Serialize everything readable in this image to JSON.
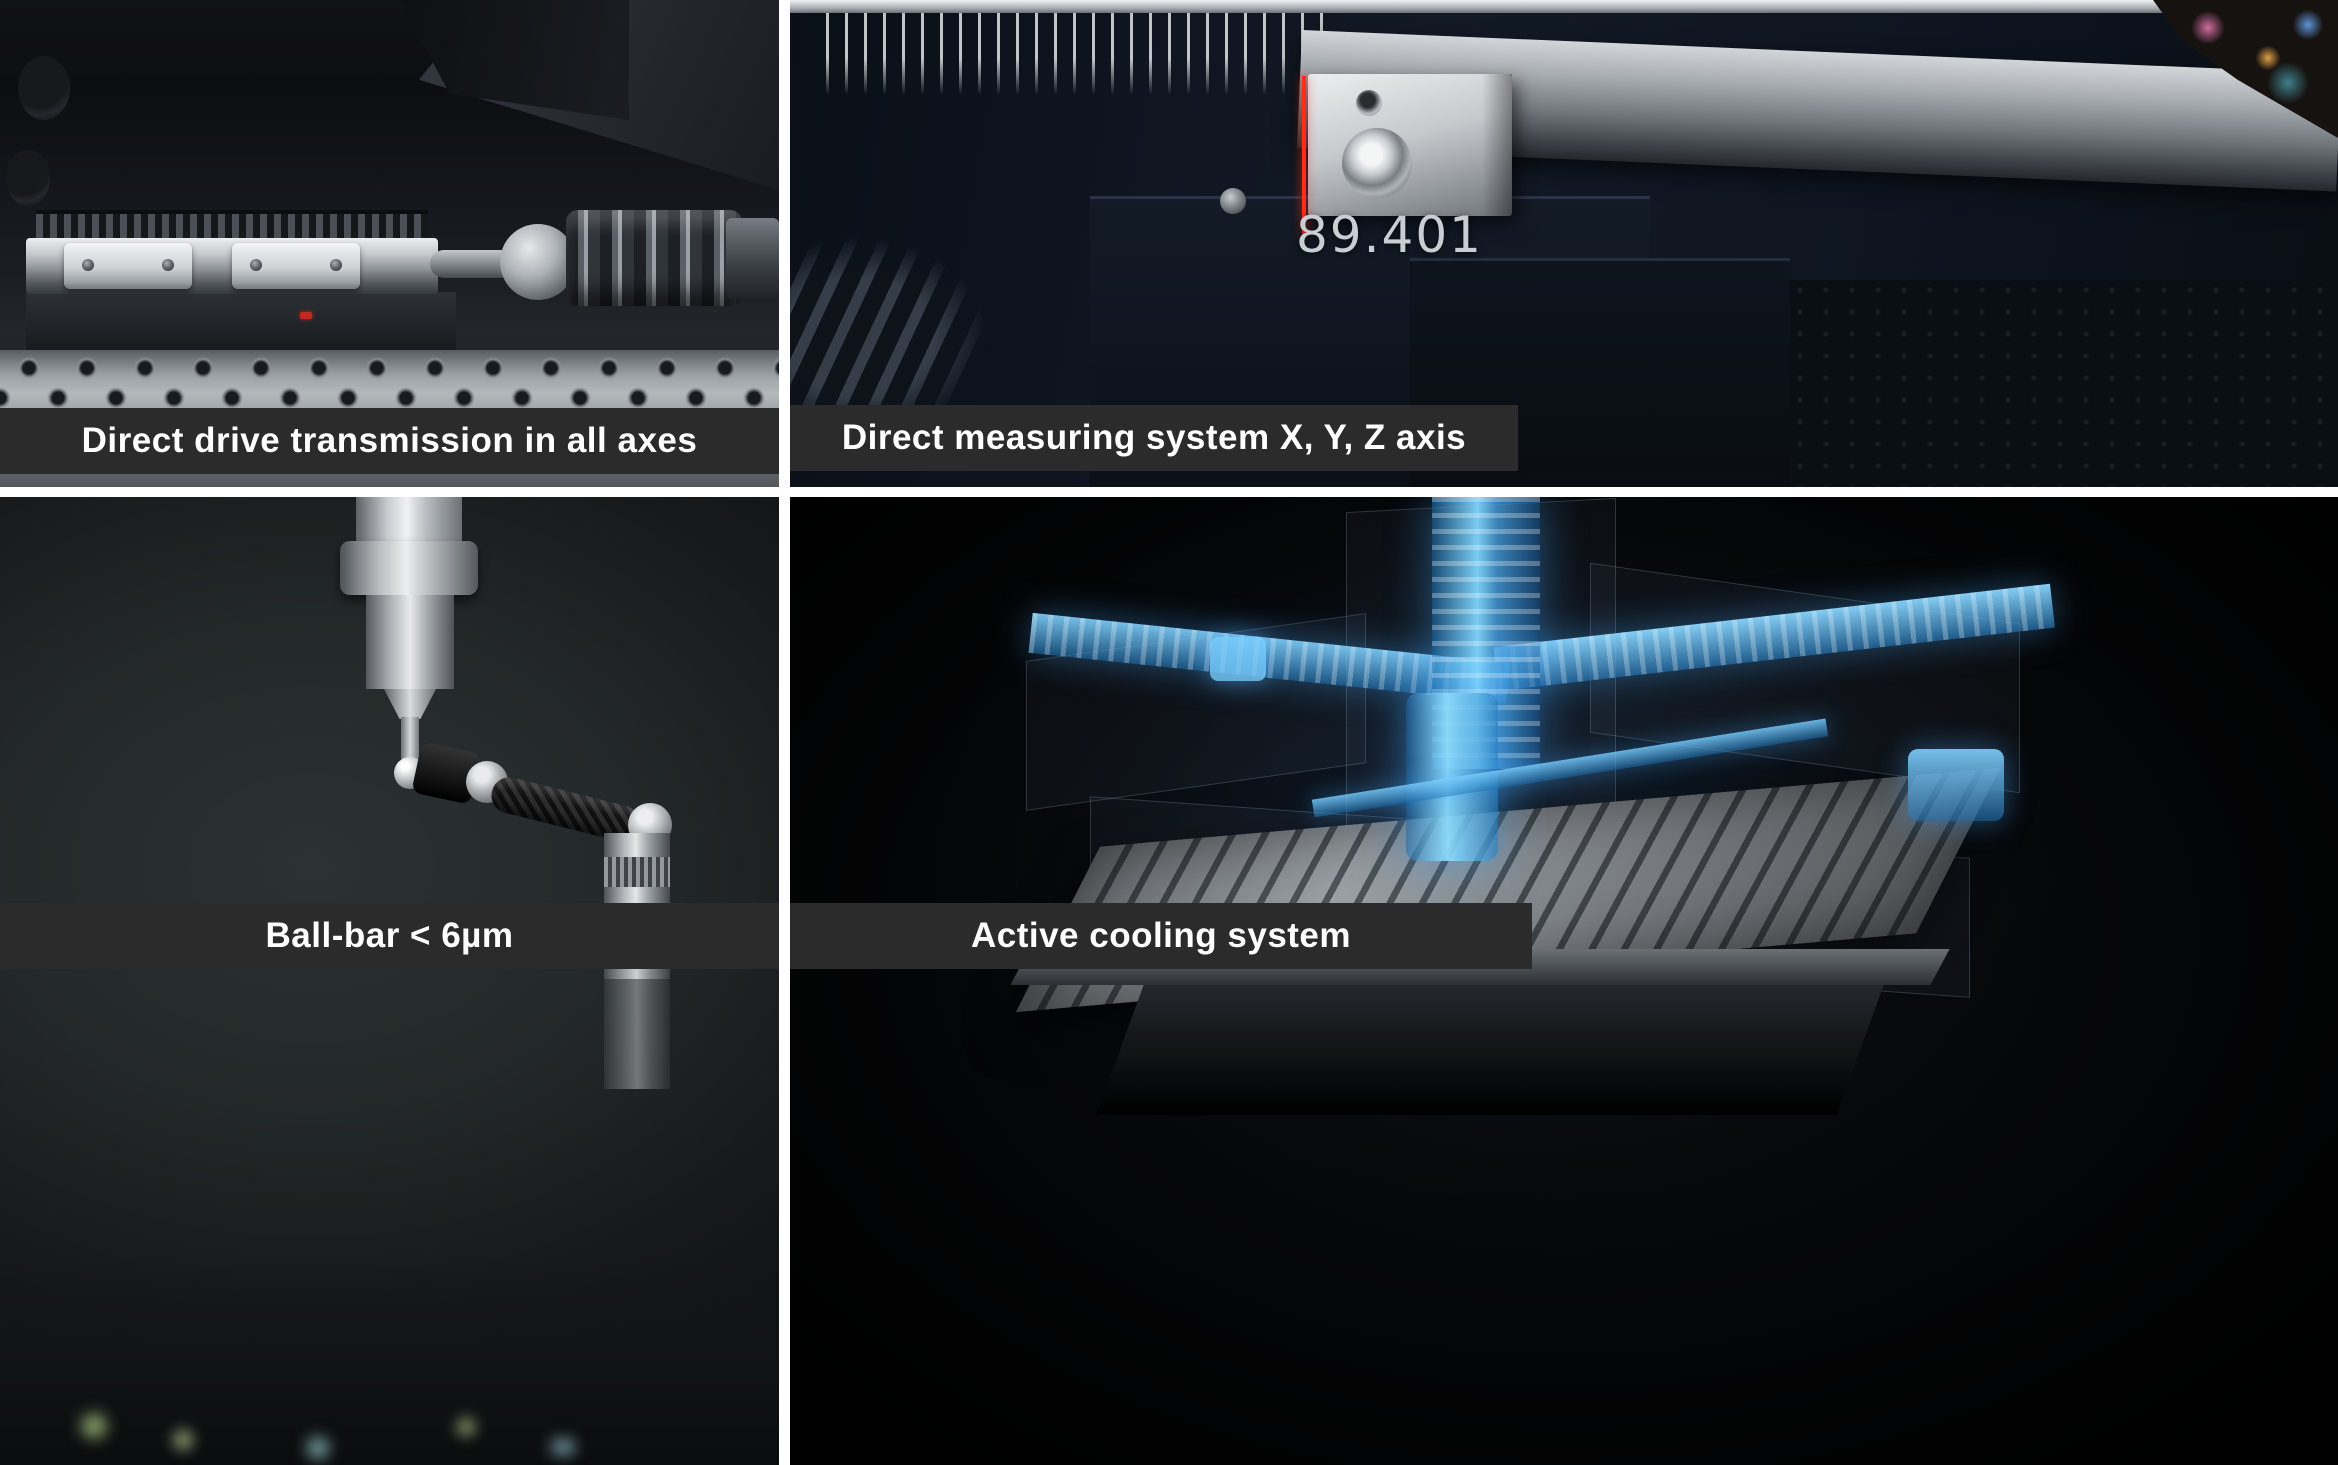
{
  "collage": {
    "type": "machine-feature-photo-grid",
    "panels": [
      {
        "id": "direct-drive",
        "caption": "Direct drive transmission in all axes"
      },
      {
        "id": "direct-measuring",
        "caption": "Direct measuring system X, Y, Z axis",
        "encoder_readout": "89.401"
      },
      {
        "id": "ball-bar",
        "caption": "Ball-bar < 6µm"
      },
      {
        "id": "active-cooling",
        "caption": "Active cooling system"
      }
    ],
    "colors": {
      "caption_bar_bg": "#2b2b2b",
      "caption_text": "#ffffff",
      "encoder_readout_text": "#c9ced4",
      "cooling_highlight_blue": "#4db8ff",
      "divider": "#ffffff"
    }
  }
}
